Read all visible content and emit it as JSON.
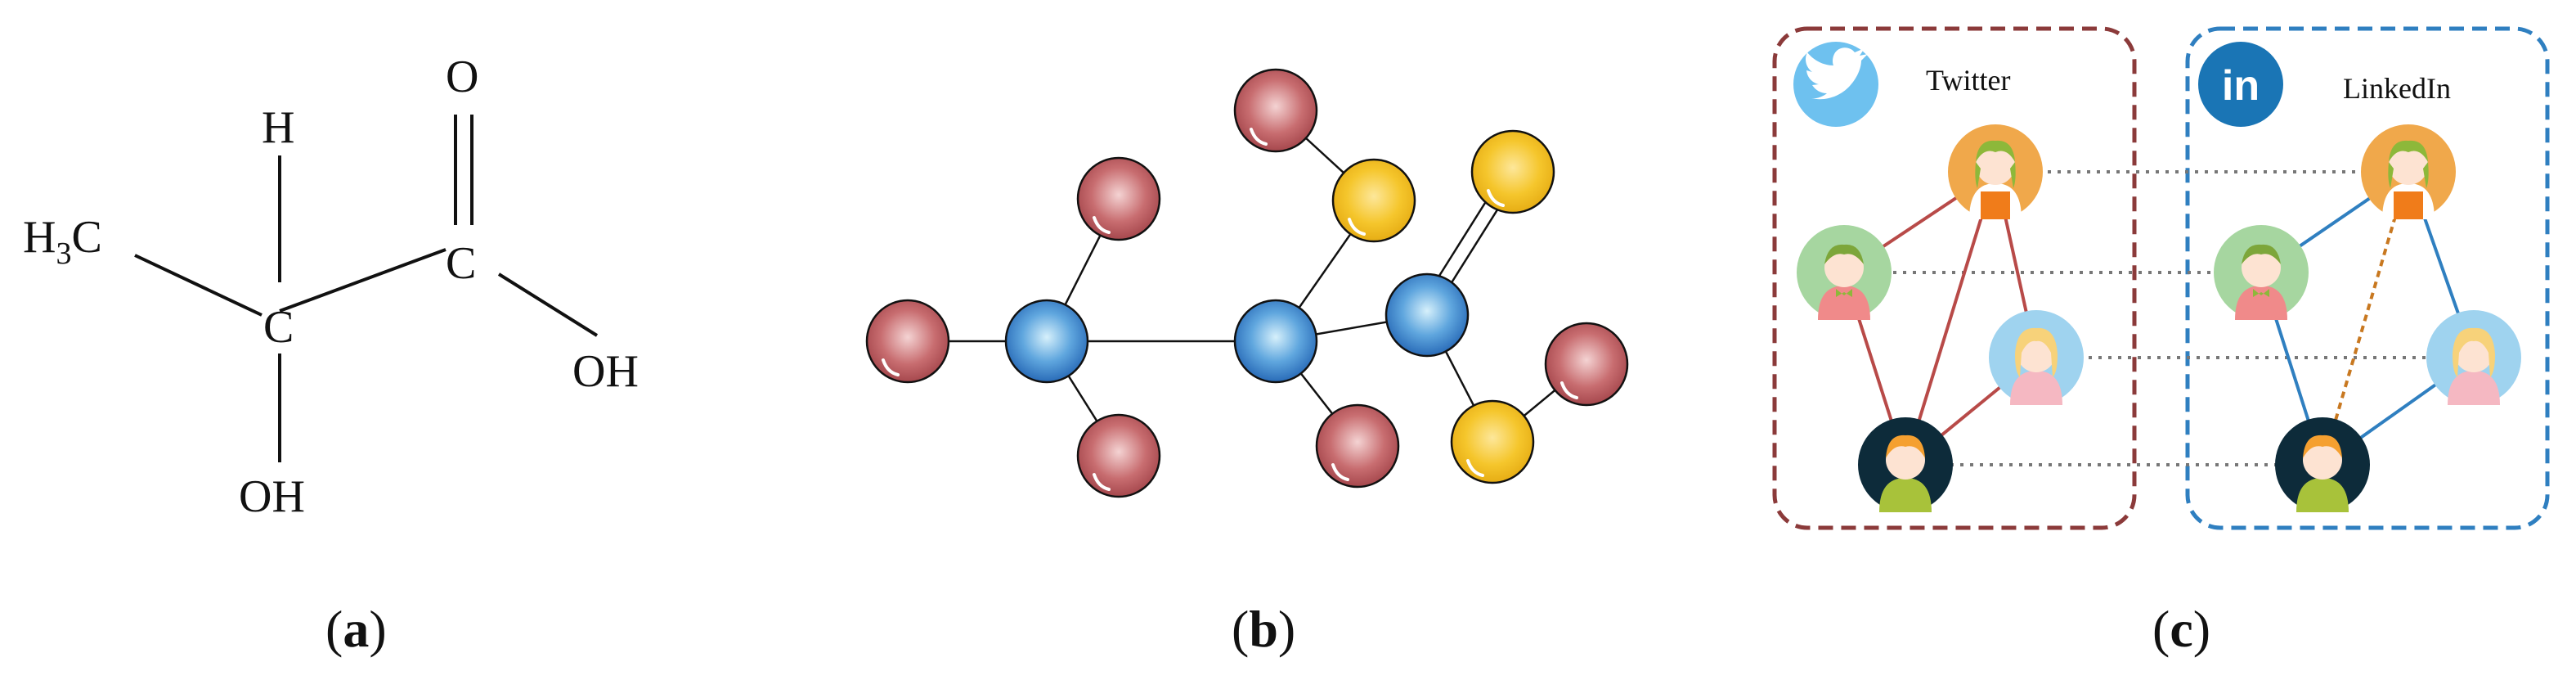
{
  "panel_a": {
    "caption": [
      "(",
      "a",
      ")"
    ],
    "atoms": {
      "h3c_main": "H",
      "h3c_sub": "3",
      "h3c_c": "C",
      "h": "H",
      "c_center": "C",
      "c_carbonyl": "C",
      "o": "O",
      "oh_right": "OH",
      "oh_bottom": "OH"
    }
  },
  "panel_b": {
    "caption": [
      "(",
      "b",
      ")"
    ],
    "colors": {
      "red": "#b9545a",
      "blue": "#2f78c8",
      "yellow": "#f2bc1b"
    }
  },
  "panel_c": {
    "caption": [
      "(",
      "c",
      ")"
    ],
    "twitter": {
      "label": "Twitter",
      "color": "#8b3a3a",
      "icon": "twitter-bird-icon",
      "icon_bg": "#6ec1ef"
    },
    "linkedin": {
      "label": "LinkedIn",
      "color": "#2f7fc0",
      "icon": "linkedin-in-icon",
      "icon_bg": "#1a75b5",
      "icon_text": "in"
    },
    "colors": {
      "anchor_link": "#c87820",
      "dotted": "#777777",
      "avatar_orange": "#f0a84b",
      "avatar_green": "#a6d6a0",
      "avatar_blue": "#9fd3ef",
      "avatar_dark": "#0d2b3a"
    }
  }
}
